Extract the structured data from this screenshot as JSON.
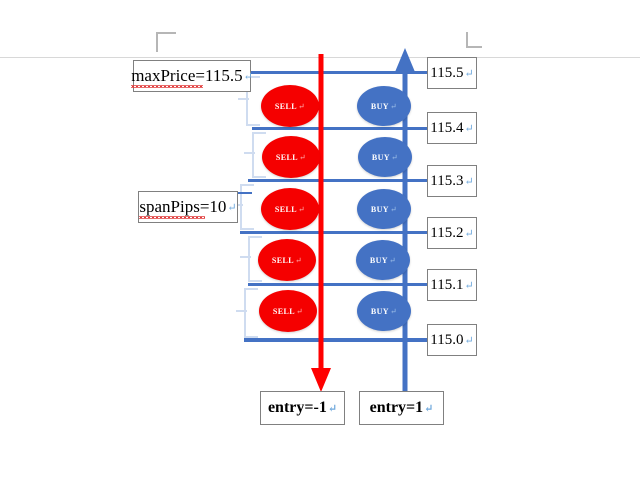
{
  "document": {
    "title": "Grid trading span diagram",
    "return_mark": "↵"
  },
  "colors": {
    "sell": "#F50000",
    "buy": "#4472C4",
    "price_line": "#4472C4",
    "down_arrow": "#FF0000",
    "up_arrow": "#4472C4",
    "bracket": "#CFDCF0",
    "box_border": "#808080",
    "spell_underline": "#E03B3B"
  },
  "annotations": {
    "max_price": {
      "text": "maxPrice=115.5",
      "misspelled_part": "maxPrice",
      "return_mark": "↵"
    },
    "span_pips": {
      "text": "spanPips=10",
      "misspelled_part": "spanPips",
      "return_mark": "↵"
    }
  },
  "price_levels": [
    {
      "label": "115.5",
      "return_mark": "↵"
    },
    {
      "label": "115.4",
      "return_mark": "↵"
    },
    {
      "label": "115.3",
      "return_mark": "↵"
    },
    {
      "label": "115.2",
      "return_mark": "↵"
    },
    {
      "label": "115.1",
      "return_mark": "↵"
    },
    {
      "label": "115.0",
      "return_mark": "↵"
    }
  ],
  "orders": {
    "sell_label": "SELL",
    "buy_label": "BUY",
    "return_mark": "↵",
    "rows": [
      {
        "sell": "SELL",
        "buy": "BUY"
      },
      {
        "sell": "SELL",
        "buy": "BUY"
      },
      {
        "sell": "SELL",
        "buy": "BUY"
      },
      {
        "sell": "SELL",
        "buy": "BUY"
      },
      {
        "sell": "SELL",
        "buy": "BUY"
      }
    ]
  },
  "entries": {
    "sell_entry": {
      "text": "entry=-1",
      "return_mark": "↵"
    },
    "buy_entry": {
      "text": "entry=1",
      "return_mark": "↵"
    }
  },
  "arrows": {
    "down_arrow_name": "sell-direction-arrow",
    "up_arrow_name": "buy-direction-arrow"
  }
}
